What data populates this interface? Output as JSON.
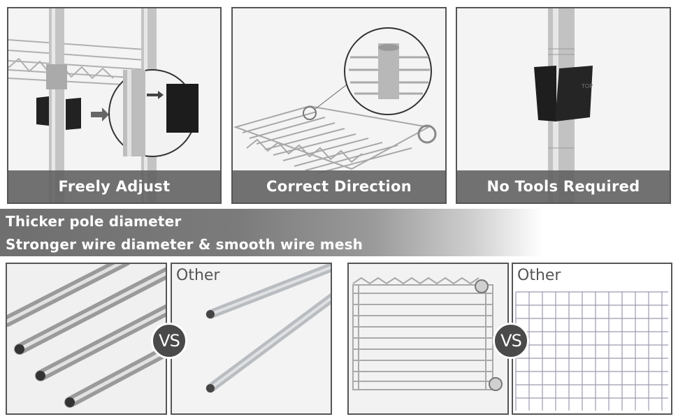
{
  "top_panels": [
    {
      "caption": "Freely Adjust"
    },
    {
      "caption": "Correct Direction"
    },
    {
      "caption": "No Tools Required"
    }
  ],
  "banner": {
    "line1": "Thicker pole diameter",
    "line2": "Stronger wire diameter & smooth wire mesh"
  },
  "comparisons": [
    {
      "other_label": "Other",
      "vs_label": "VS"
    },
    {
      "other_label": "Other",
      "vs_label": "VS"
    }
  ],
  "colors": {
    "caption_bar": "#5f5f5f",
    "border": "#555555",
    "vs_badge": "#4a4a4a"
  }
}
